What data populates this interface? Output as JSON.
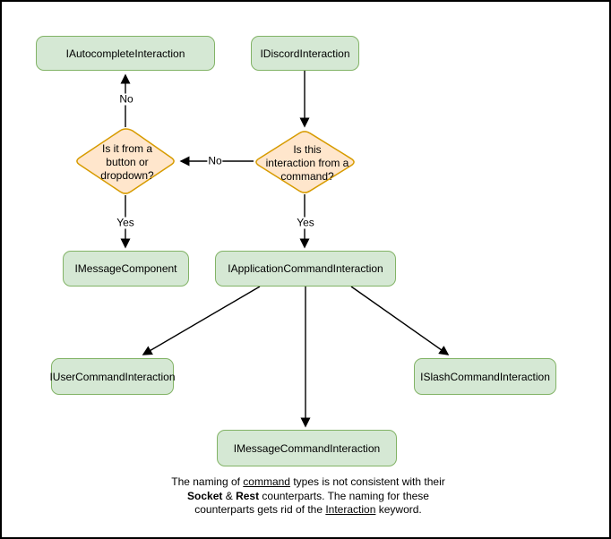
{
  "diagram": {
    "type": "flowchart",
    "colors": {
      "node_fill": "#d5e8d4",
      "node_stroke": "#82b366",
      "decision_fill": "#ffe6cc",
      "decision_stroke": "#d79b00",
      "edge_stroke": "#000000",
      "canvas_border": "#000000",
      "background": "#ffffff"
    },
    "nodes": {
      "autocomplete": {
        "label": "IAutocompleteInteraction",
        "shape": "rounded-rect"
      },
      "discord": {
        "label": "IDiscordInteraction",
        "shape": "rounded-rect"
      },
      "decision_component": {
        "label": "Is it from a\nbutton or\ndropdown?",
        "shape": "diamond"
      },
      "decision_command": {
        "label": "Is this\ninteraction from a\ncommand?",
        "shape": "diamond"
      },
      "messagecomponent": {
        "label": "IMessageComponent",
        "shape": "rounded-rect"
      },
      "applicationcommand": {
        "label": "IApplicationCommandInteraction",
        "shape": "rounded-rect"
      },
      "usercommand": {
        "label": "IUserCommandInteraction",
        "shape": "rounded-rect"
      },
      "slashcommand": {
        "label": "ISlashCommandInteraction",
        "shape": "rounded-rect"
      },
      "messagecommand": {
        "label": "IMessageCommandInteraction",
        "shape": "rounded-rect"
      }
    },
    "edges": [
      {
        "from": "decision_component",
        "to": "autocomplete",
        "label": "No"
      },
      {
        "from": "decision_command",
        "to": "decision_component",
        "label": "No"
      },
      {
        "from": "decision_component",
        "to": "messagecomponent",
        "label": "Yes"
      },
      {
        "from": "decision_command",
        "to": "applicationcommand",
        "label": "Yes"
      },
      {
        "from": "discord",
        "to": "decision_command",
        "label": ""
      },
      {
        "from": "applicationcommand",
        "to": "usercommand",
        "label": ""
      },
      {
        "from": "applicationcommand",
        "to": "messagecommand",
        "label": ""
      },
      {
        "from": "applicationcommand",
        "to": "slashcommand",
        "label": ""
      }
    ],
    "note": {
      "lines": [
        {
          "segments": [
            {
              "text": "The naming of ",
              "style": "plain"
            },
            {
              "text": "command",
              "style": "underline"
            },
            {
              "text": " types is not consistent with their",
              "style": "plain"
            }
          ]
        },
        {
          "segments": [
            {
              "text": "Socket",
              "style": "bold"
            },
            {
              "text": " & ",
              "style": "plain"
            },
            {
              "text": "Rest",
              "style": "bold"
            },
            {
              "text": " counterparts. The naming for these",
              "style": "plain"
            }
          ]
        },
        {
          "segments": [
            {
              "text": "counterparts gets rid of the ",
              "style": "plain"
            },
            {
              "text": "Interaction",
              "style": "underline"
            },
            {
              "text": " keyword.",
              "style": "plain"
            }
          ]
        }
      ]
    }
  }
}
